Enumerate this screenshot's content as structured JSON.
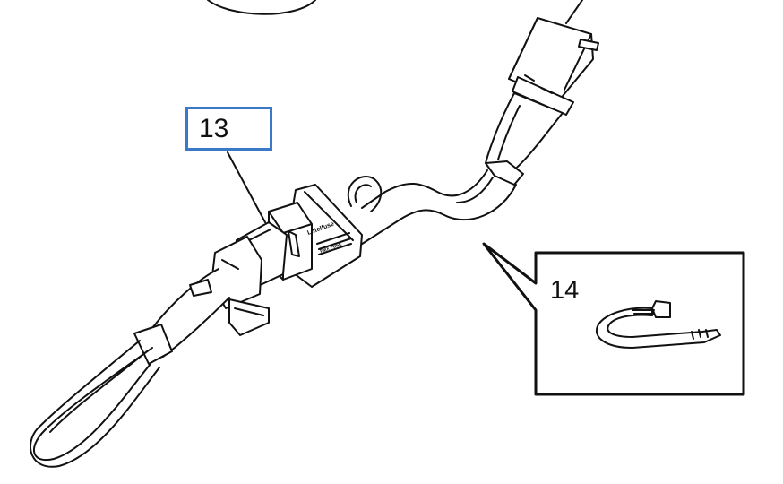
{
  "callouts": {
    "part_13": {
      "label": "13"
    },
    "part_14": {
      "label": "14"
    }
  },
  "fuse_holder": {
    "brand": "Littelfuse",
    "marking": "FMX FUSE"
  },
  "colors": {
    "callout_13_border": "#3a78c8",
    "outline": "#111111",
    "background": "#ffffff"
  },
  "icons": {
    "fuse_harness": "wire-harness-illustration",
    "cable_tie": "cable-tie-illustration"
  }
}
